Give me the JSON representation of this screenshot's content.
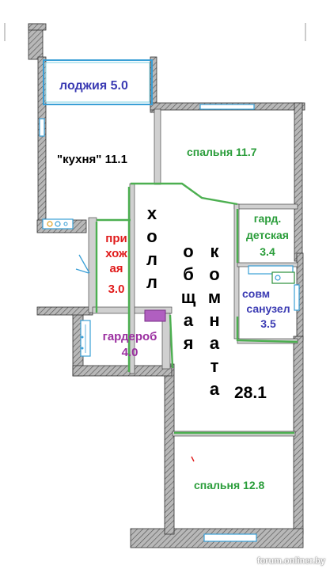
{
  "rooms": {
    "loggia": {
      "name": "лоджия 5.0",
      "color": "#3b3bb3"
    },
    "kitchen": {
      "name": "\"кухня\" 11.1",
      "color": "#000000"
    },
    "bedroom1": {
      "name": "спальня 11.7",
      "color": "#2a9d3a"
    },
    "hall": {
      "name": "холл",
      "letters": [
        "х",
        "о",
        "л",
        "л"
      ],
      "color": "#000000"
    },
    "entry": {
      "name": "прихожая 3.0",
      "line1": "при",
      "line2": "хож",
      "line3": "ая",
      "area": "3.0",
      "color": "#e01b1b"
    },
    "wardrobe": {
      "name": "гардероб 4.0",
      "line1": "гардероб",
      "area": "4.0",
      "color": "#9b2fa0"
    },
    "common_room": {
      "word1": "общая",
      "letters1": [
        "о",
        "б",
        "щ",
        "а",
        "я"
      ],
      "word2": "комната",
      "letters2": [
        "к",
        "о",
        "м",
        "н",
        "а",
        "т",
        "а"
      ],
      "area": "28.1",
      "color": "#000000"
    },
    "kids_wardrobe": {
      "line1": "гард.",
      "line2": "детская",
      "area": "3.4",
      "color": "#2a9d3a"
    },
    "bathroom": {
      "line1": "совм",
      "line2": "санузел",
      "area": "3.5",
      "color": "#3b3bb3"
    },
    "bedroom2": {
      "name": "спальня 12.8",
      "color": "#2a9d3a"
    }
  },
  "watermark": "forum.onliner.by",
  "colors": {
    "wall": "#8a8a8a",
    "hatch": "#444444",
    "window": "#7fd3e6",
    "glazing": "#3a9fd6",
    "green": "#4caf50",
    "purple": "#b05fc0"
  }
}
